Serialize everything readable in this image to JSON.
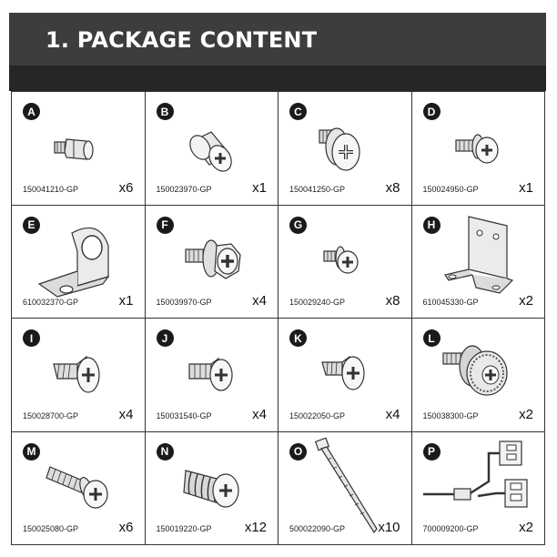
{
  "title": "1. PACKAGE CONTENT",
  "items": [
    {
      "letter": "A",
      "part": "150041210-GP",
      "qty": "x6",
      "icon": "standoff-icon"
    },
    {
      "letter": "B",
      "part": "150023970-GP",
      "qty": "x1",
      "icon": "cylinder-nut-icon"
    },
    {
      "letter": "C",
      "part": "150041250-GP",
      "qty": "x8",
      "icon": "large-head-screw-icon"
    },
    {
      "letter": "D",
      "part": "150024950-GP",
      "qty": "x1",
      "icon": "short-screw-icon"
    },
    {
      "letter": "E",
      "part": "610032370-GP",
      "qty": "x1",
      "icon": "l-bracket-icon"
    },
    {
      "letter": "F",
      "part": "150039970-GP",
      "qty": "x4",
      "icon": "flange-screw-icon"
    },
    {
      "letter": "G",
      "part": "150029240-GP",
      "qty": "x8",
      "icon": "small-screw-icon"
    },
    {
      "letter": "H",
      "part": "610045330-GP",
      "qty": "x2",
      "icon": "mounting-bracket-icon"
    },
    {
      "letter": "I",
      "part": "150028700-GP",
      "qty": "x4",
      "icon": "countersunk-screw-icon"
    },
    {
      "letter": "J",
      "part": "150031540-GP",
      "qty": "x4",
      "icon": "countersunk-screw-icon"
    },
    {
      "letter": "K",
      "part": "150022050-GP",
      "qty": "x4",
      "icon": "countersunk-screw-icon"
    },
    {
      "letter": "L",
      "part": "150038300-GP",
      "qty": "x2",
      "icon": "thumb-screw-icon"
    },
    {
      "letter": "M",
      "part": "150025080-GP",
      "qty": "x6",
      "icon": "long-screw-icon"
    },
    {
      "letter": "N",
      "part": "150019220-GP",
      "qty": "x12",
      "icon": "fan-screw-icon"
    },
    {
      "letter": "O",
      "part": "500022090-GP",
      "qty": "x10",
      "icon": "cable-tie-icon"
    },
    {
      "letter": "P",
      "part": "700009200-GP",
      "qty": "x2",
      "icon": "splitter-cable-icon"
    }
  ]
}
